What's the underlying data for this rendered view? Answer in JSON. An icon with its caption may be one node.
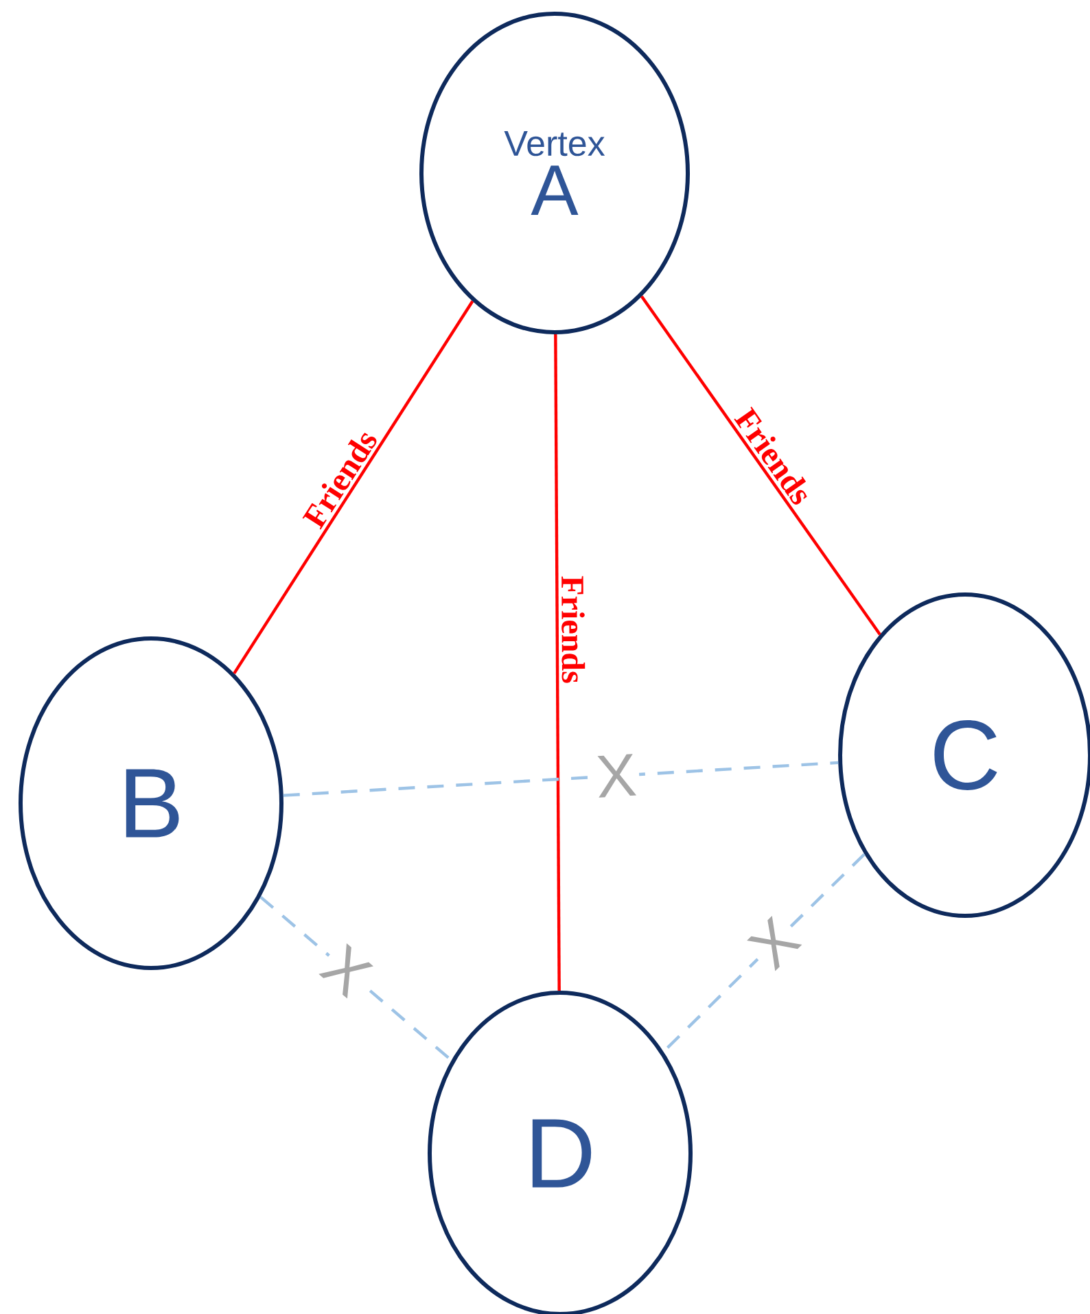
{
  "diagram": {
    "nodes": [
      {
        "text": [
          "Vertex",
          "A"
        ]
      },
      {
        "text": [
          "B"
        ]
      },
      {
        "text": [
          "C"
        ]
      },
      {
        "text": [
          "D"
        ]
      }
    ],
    "edges": [
      {
        "from": 1,
        "to": 0,
        "arrow": "none",
        "label": "Friends",
        "color": "#ff0000"
      },
      {
        "from": 0,
        "to": 2,
        "arrow": "none",
        "label": "Friends",
        "color": "#ff0000"
      },
      {
        "from": 3,
        "to": 0,
        "arrow": "none",
        "label": "Friends",
        "color": "#ff0000"
      },
      {
        "from": 1,
        "to": 2,
        "arrow": "none",
        "label": "X",
        "style": "dashed",
        "color": "#9dc3e6"
      },
      {
        "from": 1,
        "to": 3,
        "arrow": "none",
        "label": "X",
        "style": "dashed",
        "color": "#9dc3e6"
      },
      {
        "from": 2,
        "to": 3,
        "arrow": "none",
        "label": "X",
        "style": "dashed",
        "color": "#9dc3e6"
      }
    ]
  }
}
